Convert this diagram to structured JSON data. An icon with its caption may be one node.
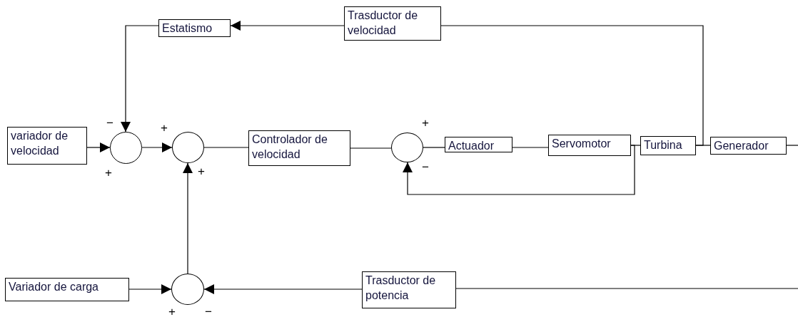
{
  "diagram": {
    "nodes": [
      {
        "text": [
          "Estatismo"
        ]
      },
      {
        "text": [
          "Trasductor de velocidad"
        ]
      },
      {
        "text": [
          "variador de velocidad"
        ]
      },
      {
        "text": [],
        "shape": "circle",
        "beside": [
          "−",
          "+"
        ]
      },
      {
        "text": [],
        "shape": "circle",
        "beside": [
          "+",
          "+"
        ]
      },
      {
        "text": [
          "Controlador de velocidad"
        ]
      },
      {
        "text": [],
        "shape": "circle",
        "beside": [
          "+",
          "−"
        ]
      },
      {
        "text": [
          "Actuador"
        ]
      },
      {
        "text": [
          "Servomotor"
        ]
      },
      {
        "text": [
          "Turbina"
        ]
      },
      {
        "text": [
          "Generador"
        ]
      },
      {
        "text": [
          "Variador de carga"
        ]
      },
      {
        "text": [],
        "shape": "circle",
        "beside": [
          "+",
          "−"
        ]
      },
      {
        "text": [
          "Trasductor de potencia"
        ]
      }
    ],
    "edges": [
      {
        "from": 1,
        "to": 0,
        "arrow": "to"
      },
      {
        "from": 9,
        "to": 1,
        "arrow": "none"
      },
      {
        "from": 0,
        "to": 3,
        "arrow": "to"
      },
      {
        "from": 2,
        "to": 3,
        "arrow": "to"
      },
      {
        "from": 3,
        "to": 4,
        "arrow": "to"
      },
      {
        "from": 11,
        "to": 12,
        "arrow": "to"
      },
      {
        "from": 13,
        "to": 12,
        "arrow": "to"
      },
      {
        "from": 12,
        "to": 4,
        "arrow": "to"
      },
      {
        "from": 4,
        "to": 5,
        "arrow": "none"
      },
      {
        "from": 5,
        "to": 6,
        "arrow": "none"
      },
      {
        "from": 6,
        "to": 7,
        "arrow": "none"
      },
      {
        "from": 7,
        "to": 8,
        "arrow": "none"
      },
      {
        "from": 8,
        "to": 9,
        "arrow": "none"
      },
      {
        "from": 9,
        "to": 10,
        "arrow": "none"
      },
      {
        "from": 8,
        "to": 6,
        "arrow": "to"
      },
      {
        "from": 10,
        "to": null,
        "arrow": "none"
      },
      {
        "from": null,
        "to": 13,
        "arrow": "none"
      }
    ]
  }
}
